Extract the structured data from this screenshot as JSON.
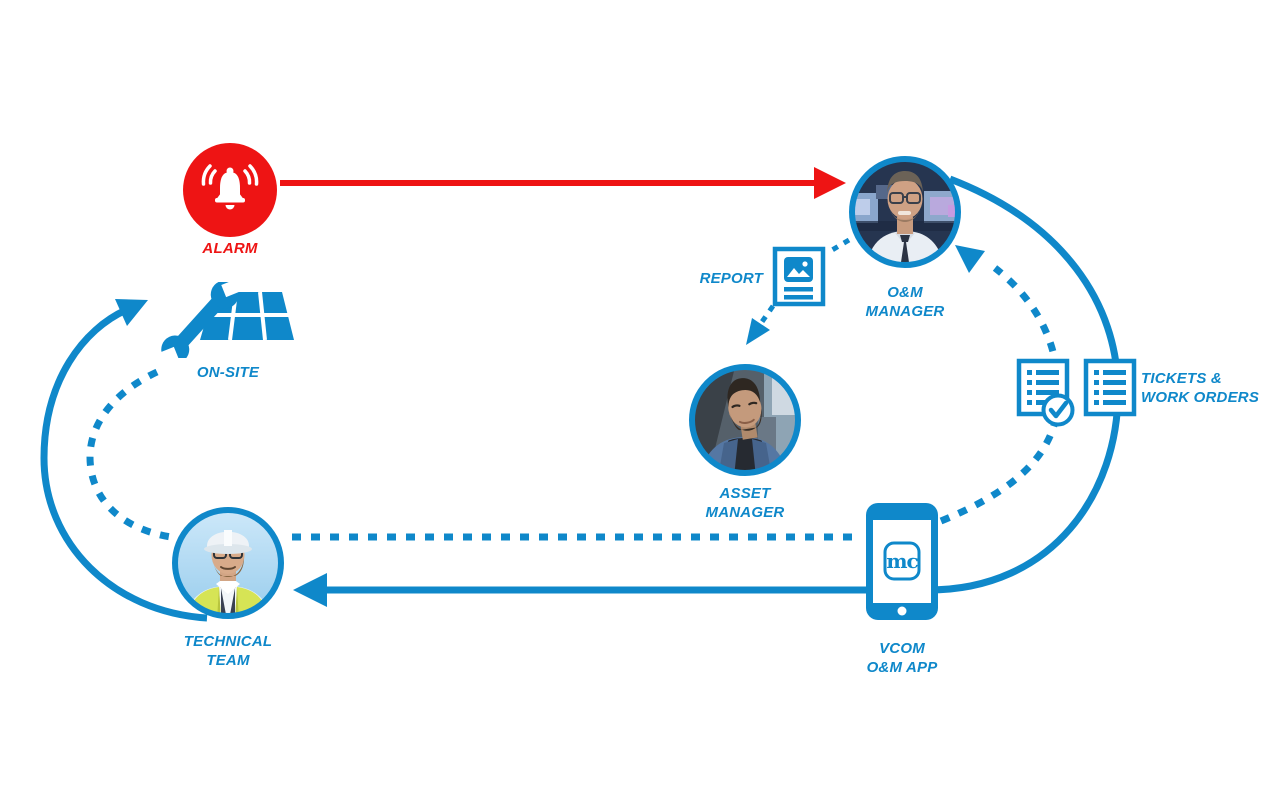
{
  "colors": {
    "blue": "#0f88ca",
    "red": "#ee1414"
  },
  "nodes": {
    "alarm": {
      "label": "ALARM",
      "icon": "alarm-bell-icon"
    },
    "om_manager": {
      "label": "O&M\nMANAGER",
      "icon": "om-manager-photo"
    },
    "report": {
      "label": "REPORT",
      "icon": "report-document-icon"
    },
    "asset_manager": {
      "label": "ASSET\nMANAGER",
      "icon": "asset-manager-photo"
    },
    "tickets": {
      "label": "TICKETS &\nWORK ORDERS",
      "icon": "checklist-icon",
      "icon_done": "checklist-check-icon"
    },
    "vcom_app": {
      "label": "VCOM\nO&M APP",
      "icon": "smartphone-icon",
      "logo": "mc"
    },
    "technical_team": {
      "label": "TECHNICAL\nTEAM",
      "icon": "technical-team-photo"
    },
    "onsite": {
      "label": "ON-SITE",
      "icon": "wrench-solar-panel-icon"
    }
  },
  "edges": [
    {
      "from": "alarm",
      "to": "om-manager",
      "style": "solid-arrow",
      "color": "red"
    },
    {
      "from": "om-manager",
      "to": "report",
      "style": "dotted",
      "color": "blue"
    },
    {
      "from": "report",
      "to": "asset-manager",
      "style": "dotted-arrow",
      "color": "blue"
    },
    {
      "from": "om-manager",
      "to": "vcom-app",
      "via": "tickets-work-orders",
      "style": "solid",
      "color": "blue"
    },
    {
      "from": "vcom-app",
      "to": "technical-team",
      "style": "solid-arrow",
      "color": "blue"
    },
    {
      "from": "technical-team",
      "to": "on-site",
      "style": "solid-arrow",
      "color": "blue"
    },
    {
      "from": "on-site",
      "to": "technical-team",
      "style": "dotted",
      "color": "blue"
    },
    {
      "from": "technical-team",
      "to": "vcom-app",
      "style": "dotted",
      "color": "blue"
    },
    {
      "from": "vcom-app",
      "to": "om-manager",
      "via": "ticket-done",
      "style": "dotted-arrow",
      "color": "blue"
    }
  ]
}
